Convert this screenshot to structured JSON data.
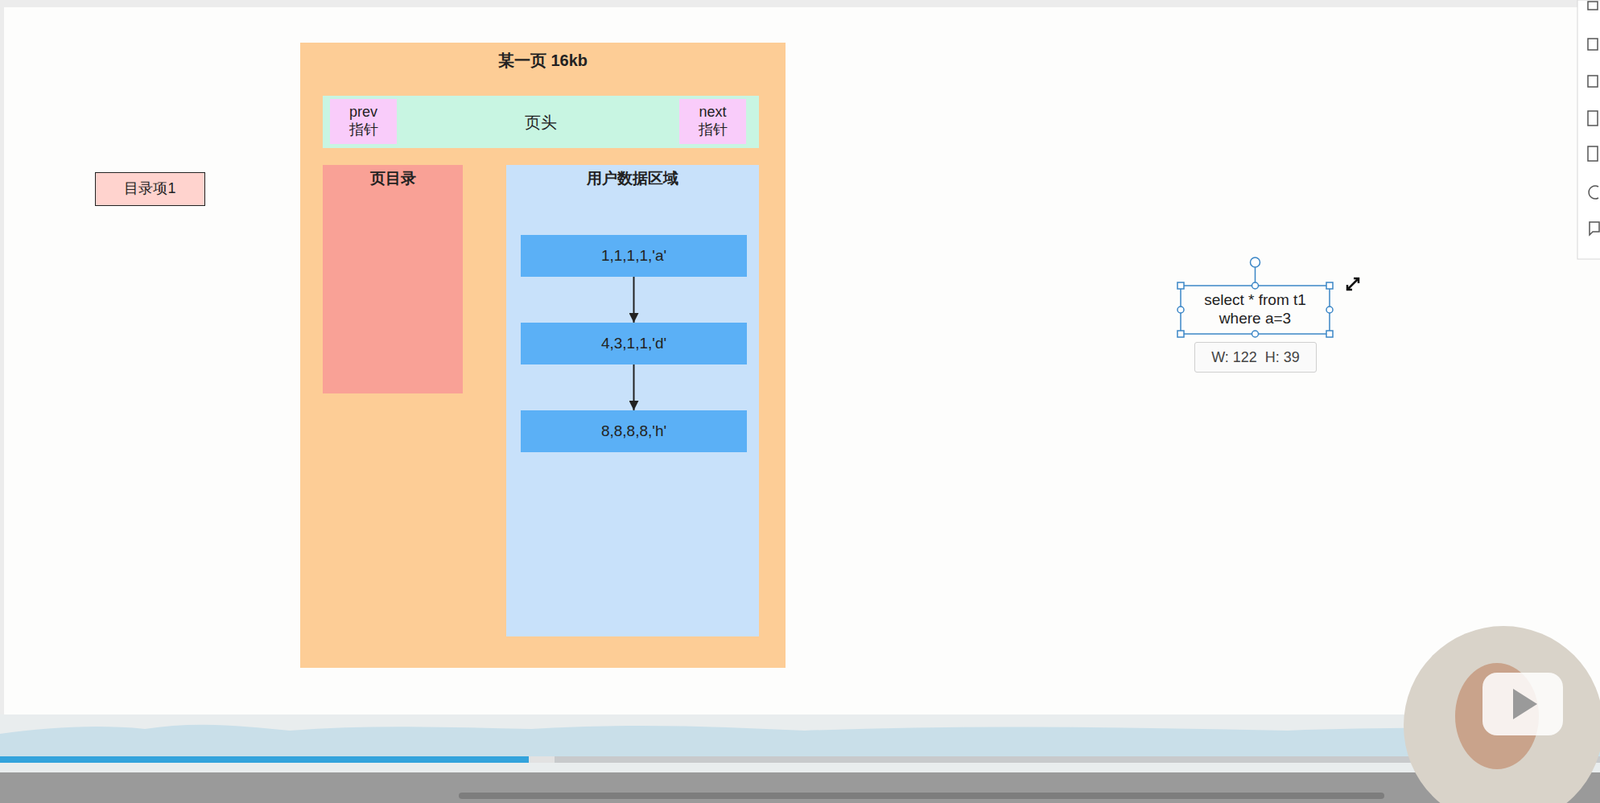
{
  "diagram": {
    "nodes": [
      {
        "text": [
          "某一页 16kb"
        ]
      },
      {
        "text": [
          "页头"
        ],
        "in": 0
      },
      {
        "text": [
          "prev 指针"
        ],
        "in": 1
      },
      {
        "text": [
          "next 指针"
        ],
        "in": 1
      },
      {
        "text": [
          "页目录"
        ],
        "in": 0
      },
      {
        "text": [
          "用户数据区域"
        ],
        "in": 0
      },
      {
        "text": [
          "1,1,1,1,'a'"
        ],
        "in": 5
      },
      {
        "text": [
          "4,3,1,1,'d'"
        ],
        "in": 5
      },
      {
        "text": [
          "8,8,8,8,'h'"
        ],
        "in": 5
      },
      {
        "text": [
          "目录项1"
        ]
      },
      {
        "text": [
          "select * from t1 where a=3"
        ]
      }
    ],
    "edges": [
      {
        "from": 6,
        "to": 7,
        "arrow": "to"
      },
      {
        "from": 7,
        "to": 8,
        "arrow": "to"
      }
    ],
    "labels": [
      "W: 122  H: 39"
    ]
  }
}
